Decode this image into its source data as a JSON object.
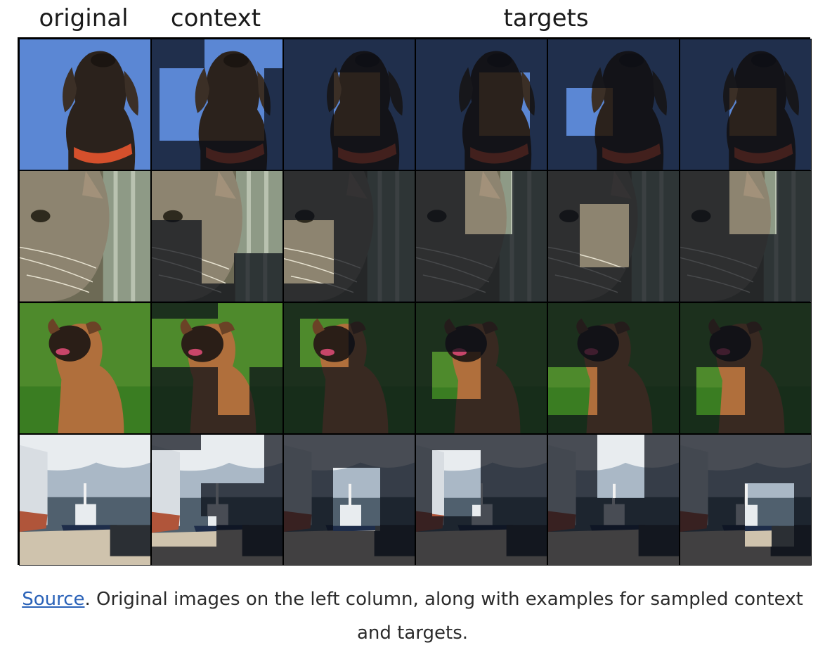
{
  "headers": {
    "original": "original",
    "context": "context",
    "targets": "targets"
  },
  "rows": [
    {
      "subject": "dog"
    },
    {
      "subject": "cat"
    },
    {
      "subject": "mastiff"
    },
    {
      "subject": "ship"
    }
  ],
  "caption": {
    "link_text": "Source",
    "text": ". Original images on the left column, along with examples for sampled context and targets."
  },
  "colors": {
    "link": "#2a62b8",
    "mask_dim": "rgba(10,14,24,0.72)"
  }
}
